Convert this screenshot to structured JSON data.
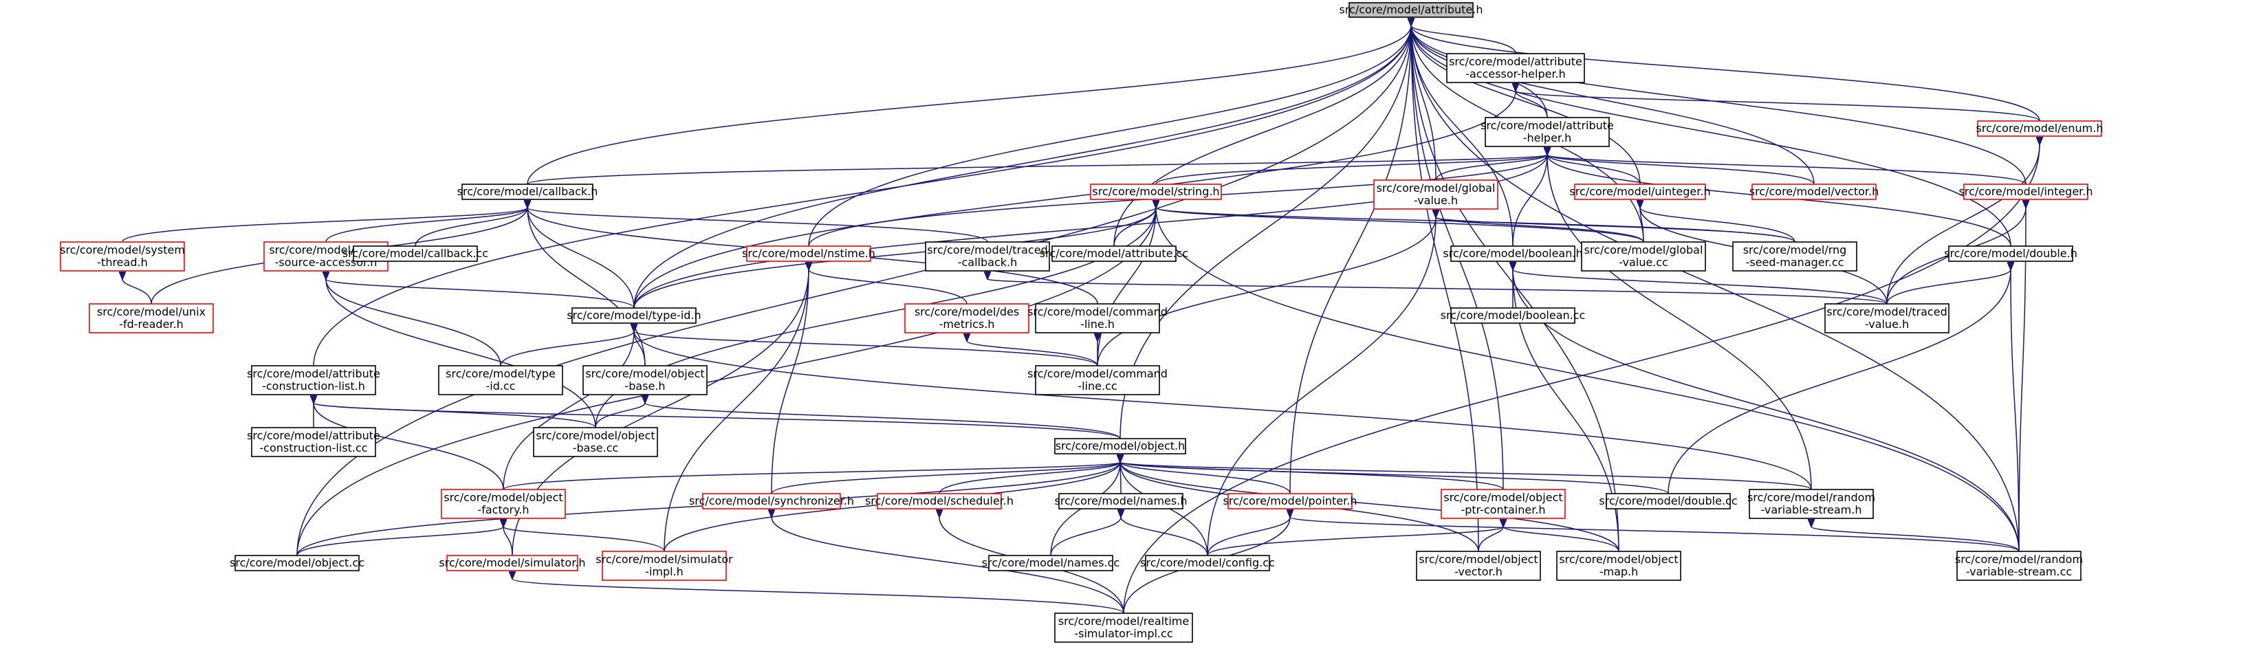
{
  "diagram": {
    "nodes": [
      {
        "id": "attribute_h",
        "lines": [
          "src/core/model/attribute.h"
        ],
        "style": "gray"
      },
      {
        "id": "accessor_helper_h",
        "lines": [
          "src/core/model/attribute",
          "-accessor-helper.h"
        ],
        "style": "black"
      },
      {
        "id": "enum_h",
        "lines": [
          "src/core/model/enum.h"
        ],
        "style": "red"
      },
      {
        "id": "attribute_helper_h",
        "lines": [
          "src/core/model/attribute",
          "-helper.h"
        ],
        "style": "black"
      },
      {
        "id": "callback_h",
        "lines": [
          "src/core/model/callback.h"
        ],
        "style": "black"
      },
      {
        "id": "string_h",
        "lines": [
          "src/core/model/string.h"
        ],
        "style": "red"
      },
      {
        "id": "global_value_h",
        "lines": [
          "src/core/model/global",
          "-value.h"
        ],
        "style": "red"
      },
      {
        "id": "uinteger_h",
        "lines": [
          "src/core/model/uinteger.h"
        ],
        "style": "red"
      },
      {
        "id": "vector_h",
        "lines": [
          "src/core/model/vector.h"
        ],
        "style": "red"
      },
      {
        "id": "integer_h",
        "lines": [
          "src/core/model/integer.h"
        ],
        "style": "red"
      },
      {
        "id": "system_thread_h",
        "lines": [
          "src/core/model/system",
          "-thread.h"
        ],
        "style": "red"
      },
      {
        "id": "trace_source_accessor_h",
        "lines": [
          "src/core/model/trace",
          "-source-accessor.h"
        ],
        "style": "red"
      },
      {
        "id": "callback_cc",
        "lines": [
          "src/core/model/callback.cc"
        ],
        "style": "black"
      },
      {
        "id": "nstime_h",
        "lines": [
          "src/core/model/nstime.h"
        ],
        "style": "red"
      },
      {
        "id": "traced_callback_h",
        "lines": [
          "src/core/model/traced",
          "-callback.h"
        ],
        "style": "black"
      },
      {
        "id": "attribute_cc",
        "lines": [
          "src/core/model/attribute.cc"
        ],
        "style": "black"
      },
      {
        "id": "boolean_h",
        "lines": [
          "src/core/model/boolean.h"
        ],
        "style": "black"
      },
      {
        "id": "global_value_cc",
        "lines": [
          "src/core/model/global",
          "-value.cc"
        ],
        "style": "black"
      },
      {
        "id": "rng_seed_manager_cc",
        "lines": [
          "src/core/model/rng",
          "-seed-manager.cc"
        ],
        "style": "black"
      },
      {
        "id": "double_h",
        "lines": [
          "src/core/model/double.h"
        ],
        "style": "black"
      },
      {
        "id": "unix_fd_reader_h",
        "lines": [
          "src/core/model/unix",
          "-fd-reader.h"
        ],
        "style": "red"
      },
      {
        "id": "type_id_h",
        "lines": [
          "src/core/model/type-id.h"
        ],
        "style": "black"
      },
      {
        "id": "des_metrics_h",
        "lines": [
          "src/core/model/des",
          "-metrics.h"
        ],
        "style": "red"
      },
      {
        "id": "command_line_h",
        "lines": [
          "src/core/model/command",
          "-line.h"
        ],
        "style": "black"
      },
      {
        "id": "boolean_cc",
        "lines": [
          "src/core/model/boolean.cc"
        ],
        "style": "black"
      },
      {
        "id": "traced_value_h",
        "lines": [
          "src/core/model/traced",
          "-value.h"
        ],
        "style": "black"
      },
      {
        "id": "construction_list_h",
        "lines": [
          "src/core/model/attribute",
          "-construction-list.h"
        ],
        "style": "black"
      },
      {
        "id": "type_id_cc",
        "lines": [
          "src/core/model/type",
          "-id.cc"
        ],
        "style": "black"
      },
      {
        "id": "object_base_h",
        "lines": [
          "src/core/model/object",
          "-base.h"
        ],
        "style": "black"
      },
      {
        "id": "command_line_cc",
        "lines": [
          "src/core/model/command",
          "-line.cc"
        ],
        "style": "black"
      },
      {
        "id": "construction_list_cc",
        "lines": [
          "src/core/model/attribute",
          "-construction-list.cc"
        ],
        "style": "black"
      },
      {
        "id": "object_base_cc",
        "lines": [
          "src/core/model/object",
          "-base.cc"
        ],
        "style": "black"
      },
      {
        "id": "object_h",
        "lines": [
          "src/core/model/object.h"
        ],
        "style": "black"
      },
      {
        "id": "object_factory_h",
        "lines": [
          "src/core/model/object",
          "-factory.h"
        ],
        "style": "red"
      },
      {
        "id": "synchronizer_h",
        "lines": [
          "src/core/model/synchronizer.h"
        ],
        "style": "red"
      },
      {
        "id": "scheduler_h",
        "lines": [
          "src/core/model/scheduler.h"
        ],
        "style": "red"
      },
      {
        "id": "names_h",
        "lines": [
          "src/core/model/names.h"
        ],
        "style": "black"
      },
      {
        "id": "pointer_h",
        "lines": [
          "src/core/model/pointer.h"
        ],
        "style": "red"
      },
      {
        "id": "ptr_container_h",
        "lines": [
          "src/core/model/object",
          "-ptr-container.h"
        ],
        "style": "red"
      },
      {
        "id": "double_cc",
        "lines": [
          "src/core/model/double.cc"
        ],
        "style": "black"
      },
      {
        "id": "random_variable_stream_h",
        "lines": [
          "src/core/model/random",
          "-variable-stream.h"
        ],
        "style": "black"
      },
      {
        "id": "object_cc",
        "lines": [
          "src/core/model/object.cc"
        ],
        "style": "black"
      },
      {
        "id": "simulator_h",
        "lines": [
          "src/core/model/simulator.h"
        ],
        "style": "red"
      },
      {
        "id": "simulator_impl_h",
        "lines": [
          "src/core/model/simulator",
          "-impl.h"
        ],
        "style": "red"
      },
      {
        "id": "names_cc",
        "lines": [
          "src/core/model/names.cc"
        ],
        "style": "black"
      },
      {
        "id": "config_cc",
        "lines": [
          "src/core/model/config.cc"
        ],
        "style": "black"
      },
      {
        "id": "object_vector_h",
        "lines": [
          "src/core/model/object",
          "-vector.h"
        ],
        "style": "black"
      },
      {
        "id": "object_map_h",
        "lines": [
          "src/core/model/object",
          "-map.h"
        ],
        "style": "black"
      },
      {
        "id": "random_variable_stream_cc",
        "lines": [
          "src/core/model/random",
          "-variable-stream.cc"
        ],
        "style": "black"
      },
      {
        "id": "realtime_simulator_impl_cc",
        "lines": [
          "src/core/model/realtime",
          "-simulator-impl.cc"
        ],
        "style": "black"
      }
    ],
    "edges": [
      [
        "attribute_h",
        "accessor_helper_h"
      ],
      [
        "attribute_h",
        "enum_h"
      ],
      [
        "attribute_h",
        "attribute_helper_h"
      ],
      [
        "attribute_h",
        "callback_h"
      ],
      [
        "attribute_h",
        "global_value_h"
      ],
      [
        "attribute_h",
        "uinteger_h"
      ],
      [
        "attribute_h",
        "vector_h"
      ],
      [
        "attribute_h",
        "integer_h"
      ],
      [
        "attribute_h",
        "nstime_h"
      ],
      [
        "attribute_h",
        "attribute_cc"
      ],
      [
        "attribute_h",
        "boolean_h"
      ],
      [
        "attribute_h",
        "global_value_cc"
      ],
      [
        "attribute_h",
        "double_h"
      ],
      [
        "attribute_h",
        "type_id_h"
      ],
      [
        "attribute_h",
        "construction_list_h"
      ],
      [
        "attribute_h",
        "object_h"
      ],
      [
        "attribute_h",
        "pointer_h"
      ],
      [
        "attribute_h",
        "ptr_container_h"
      ],
      [
        "attribute_h",
        "object_cc"
      ],
      [
        "attribute_h",
        "random_variable_stream_cc"
      ],
      [
        "attribute_h",
        "object_vector_h"
      ],
      [
        "attribute_h",
        "object_map_h"
      ],
      [
        "accessor_helper_h",
        "attribute_helper_h"
      ],
      [
        "accessor_helper_h",
        "enum_h"
      ],
      [
        "accessor_helper_h",
        "type_id_h"
      ],
      [
        "enum_h",
        "traced_value_h"
      ],
      [
        "enum_h",
        "realtime_simulator_impl_cc"
      ],
      [
        "attribute_helper_h",
        "callback_h"
      ],
      [
        "attribute_helper_h",
        "string_h"
      ],
      [
        "attribute_helper_h",
        "global_value_h"
      ],
      [
        "attribute_helper_h",
        "uinteger_h"
      ],
      [
        "attribute_helper_h",
        "vector_h"
      ],
      [
        "attribute_helper_h",
        "integer_h"
      ],
      [
        "attribute_helper_h",
        "nstime_h"
      ],
      [
        "attribute_helper_h",
        "boolean_h"
      ],
      [
        "attribute_helper_h",
        "double_h"
      ],
      [
        "attribute_helper_h",
        "type_id_h"
      ],
      [
        "attribute_helper_h",
        "random_variable_stream_h"
      ],
      [
        "callback_h",
        "system_thread_h"
      ],
      [
        "callback_h",
        "trace_source_accessor_h"
      ],
      [
        "callback_h",
        "callback_cc"
      ],
      [
        "callback_h",
        "traced_callback_h"
      ],
      [
        "callback_h",
        "unix_fd_reader_h"
      ],
      [
        "callback_h",
        "type_id_h"
      ],
      [
        "callback_h",
        "object_base_h"
      ],
      [
        "callback_h",
        "command_line_h"
      ],
      [
        "string_h",
        "attribute_cc"
      ],
      [
        "string_h",
        "global_value_cc"
      ],
      [
        "string_h",
        "rng_seed_manager_cc"
      ],
      [
        "string_h",
        "type_id_h"
      ],
      [
        "string_h",
        "command_line_cc"
      ],
      [
        "string_h",
        "object_base_cc"
      ],
      [
        "string_h",
        "random_variable_stream_cc"
      ],
      [
        "string_h",
        "object_cc"
      ],
      [
        "global_value_h",
        "global_value_cc"
      ],
      [
        "global_value_h",
        "rng_seed_manager_cc"
      ],
      [
        "global_value_h",
        "command_line_cc"
      ],
      [
        "global_value_h",
        "config_cc"
      ],
      [
        "uinteger_h",
        "global_value_cc"
      ],
      [
        "uinteger_h",
        "rng_seed_manager_cc"
      ],
      [
        "uinteger_h",
        "traced_value_h"
      ],
      [
        "integer_h",
        "traced_value_h"
      ],
      [
        "integer_h",
        "random_variable_stream_cc"
      ],
      [
        "system_thread_h",
        "unix_fd_reader_h"
      ],
      [
        "trace_source_accessor_h",
        "type_id_h"
      ],
      [
        "trace_source_accessor_h",
        "type_id_cc"
      ],
      [
        "trace_source_accessor_h",
        "object_base_cc"
      ],
      [
        "nstime_h",
        "des_metrics_h"
      ],
      [
        "nstime_h",
        "synchronizer_h"
      ],
      [
        "nstime_h",
        "simulator_h"
      ],
      [
        "nstime_h",
        "simulator_impl_h"
      ],
      [
        "traced_callback_h",
        "traced_value_h"
      ],
      [
        "boolean_h",
        "boolean_cc"
      ],
      [
        "boolean_h",
        "traced_value_h"
      ],
      [
        "boolean_h",
        "random_variable_stream_cc"
      ],
      [
        "boolean_h",
        "object_map_h"
      ],
      [
        "double_h",
        "traced_value_h"
      ],
      [
        "double_h",
        "double_cc"
      ],
      [
        "double_h",
        "random_variable_stream_cc"
      ],
      [
        "type_id_h",
        "type_id_cc"
      ],
      [
        "type_id_h",
        "object_base_h"
      ],
      [
        "type_id_h",
        "command_line_cc"
      ],
      [
        "type_id_h",
        "object_factory_h"
      ],
      [
        "type_id_h",
        "random_variable_stream_h"
      ],
      [
        "des_metrics_h",
        "command_line_cc"
      ],
      [
        "command_line_h",
        "command_line_cc"
      ],
      [
        "construction_list_h",
        "construction_list_cc"
      ],
      [
        "construction_list_h",
        "object_base_cc"
      ],
      [
        "construction_list_h",
        "object_h"
      ],
      [
        "construction_list_h",
        "object_factory_h"
      ],
      [
        "object_base_h",
        "object_base_cc"
      ],
      [
        "object_base_h",
        "object_h"
      ],
      [
        "object_h",
        "object_factory_h"
      ],
      [
        "object_h",
        "synchronizer_h"
      ],
      [
        "object_h",
        "scheduler_h"
      ],
      [
        "object_h",
        "names_h"
      ],
      [
        "object_h",
        "pointer_h"
      ],
      [
        "object_h",
        "ptr_container_h"
      ],
      [
        "object_h",
        "double_cc"
      ],
      [
        "object_h",
        "random_variable_stream_h"
      ],
      [
        "object_h",
        "object_cc"
      ],
      [
        "object_h",
        "simulator_impl_h"
      ],
      [
        "object_h",
        "names_cc"
      ],
      [
        "object_h",
        "config_cc"
      ],
      [
        "object_h",
        "object_vector_h"
      ],
      [
        "object_h",
        "object_map_h"
      ],
      [
        "object_factory_h",
        "object_cc"
      ],
      [
        "object_factory_h",
        "simulator_h"
      ],
      [
        "object_factory_h",
        "simulator_impl_h"
      ],
      [
        "synchronizer_h",
        "realtime_simulator_impl_cc"
      ],
      [
        "scheduler_h",
        "realtime_simulator_impl_cc"
      ],
      [
        "names_h",
        "names_cc"
      ],
      [
        "names_h",
        "config_cc"
      ],
      [
        "pointer_h",
        "config_cc"
      ],
      [
        "pointer_h",
        "realtime_simulator_impl_cc"
      ],
      [
        "pointer_h",
        "random_variable_stream_cc"
      ],
      [
        "ptr_container_h",
        "config_cc"
      ],
      [
        "ptr_container_h",
        "object_vector_h"
      ],
      [
        "ptr_container_h",
        "object_map_h"
      ],
      [
        "random_variable_stream_h",
        "random_variable_stream_cc"
      ],
      [
        "simulator_h",
        "realtime_simulator_impl_cc"
      ]
    ]
  }
}
